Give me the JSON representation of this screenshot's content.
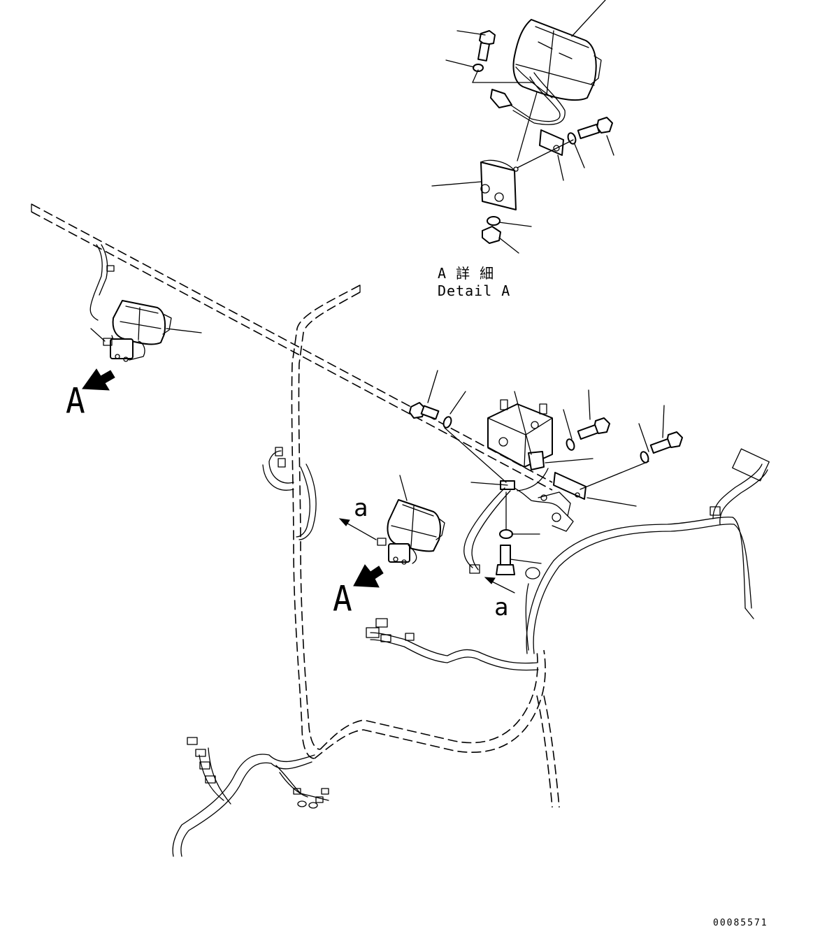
{
  "labels": {
    "view_a_left": "A",
    "view_a_center": "A",
    "ref_a_upper": "a",
    "ref_a_lower": "a",
    "detail_title_jp": "A 詳 細",
    "detail_title_en": "Detail A",
    "drawing_number": "00085571"
  },
  "icons": [
    "work-lamp-icon",
    "bracket-icon",
    "bolt-icon",
    "washer-icon",
    "nut-icon",
    "connector-icon",
    "view-arrow-icon",
    "cab-frame-icon",
    "wiring-harness-icon"
  ]
}
